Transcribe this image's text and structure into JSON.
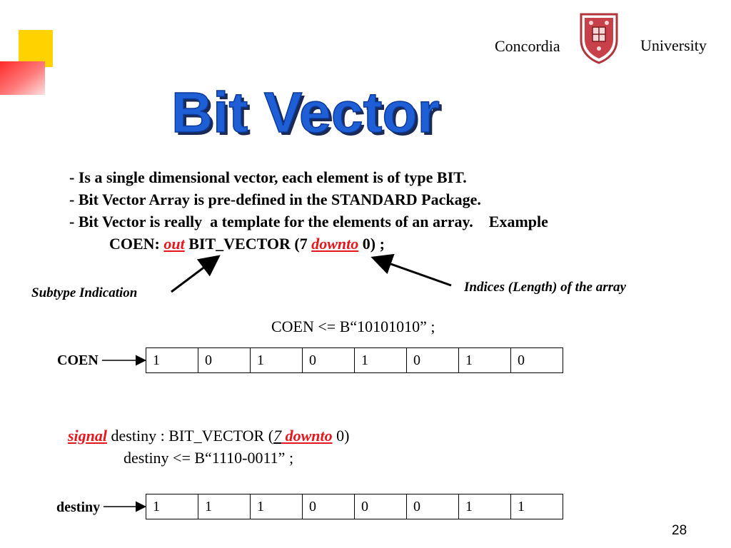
{
  "header": {
    "institution_left": "Concordia",
    "institution_right": "University"
  },
  "slide_title": "Bit Vector",
  "bullets": [
    "- Is a single dimensional vector, each element is of type BIT.",
    "- Bit Vector Array is pre-defined in the STANDARD Package.",
    "- Bit Vector is really  a template for the elements of an array.    Example"
  ],
  "example_decl": {
    "prefix": "COEN: ",
    "mode": "out",
    "type_part": " BIT_VECTOR (7 ",
    "direction": "downto",
    "suffix": " 0) ;"
  },
  "annotations": {
    "subtype": "Subtype Indication",
    "indices": "Indices (Length) of the array"
  },
  "coen_assignment": "COEN <= B“10101010” ;",
  "coen_row": {
    "label": "COEN",
    "bits": [
      "1",
      "0",
      "1",
      "0",
      "1",
      "0",
      "1",
      "0"
    ]
  },
  "signal_decl": {
    "keyword": "signal",
    "middle": " destiny : BIT_VECTOR (",
    "seven": "7",
    "direction": " downto",
    "suffix": " 0)"
  },
  "destiny_assignment": "destiny <= B“1110-0011” ;",
  "destiny_row": {
    "label": "destiny",
    "bits": [
      "1",
      "1",
      "1",
      "0",
      "0",
      "0",
      "1",
      "1"
    ]
  },
  "page_number": "28",
  "colors": {
    "keyword_red": "#e8161c",
    "title_blue": "#1f5fd6",
    "deco_yellow": "#ffd200",
    "deco_red": "#ff2a2a"
  }
}
